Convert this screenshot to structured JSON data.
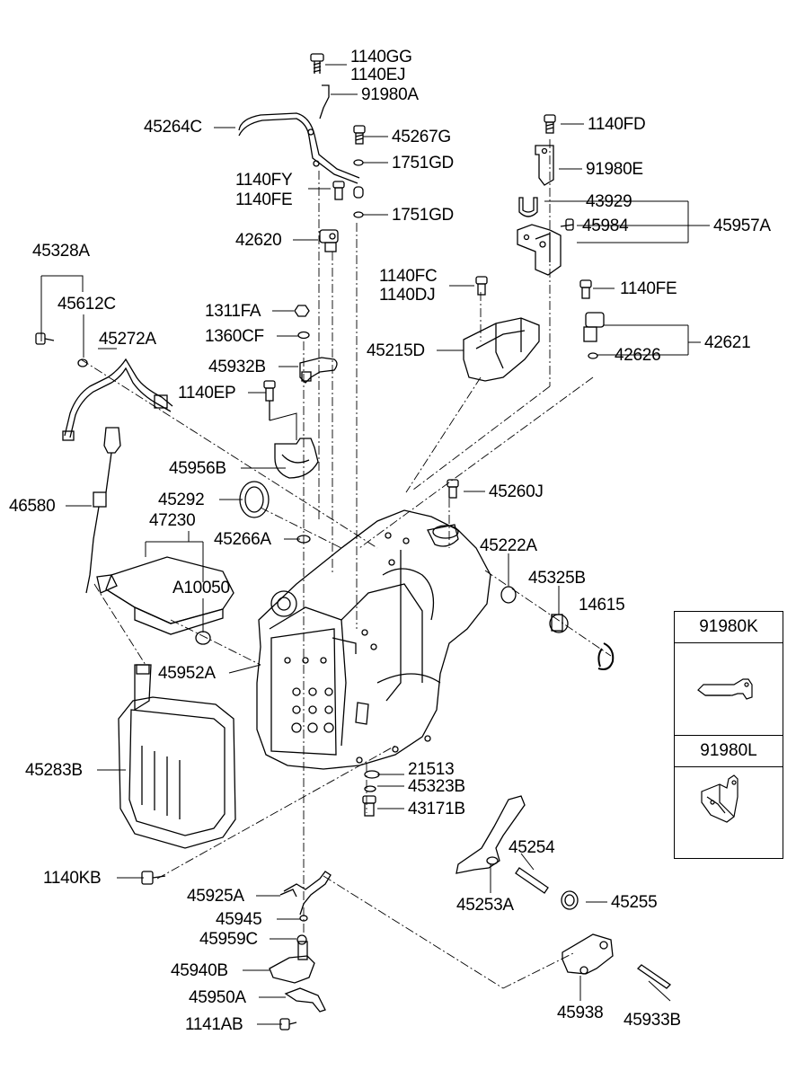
{
  "labels": {
    "p1140gg": "1140GG",
    "p1140ej": "1140EJ",
    "p91980a": "91980A",
    "p45264c": "45264C",
    "p45267g": "45267G",
    "p1751gd_a": "1751GD",
    "p1140fy": "1140FY",
    "p1140fe_a": "1140FE",
    "p1751gd_b": "1751GD",
    "p42620": "42620",
    "p1140fd": "1140FD",
    "p91980e": "91980E",
    "p43929": "43929",
    "p45984": "45984",
    "p45957a": "45957A",
    "p45328a": "45328A",
    "p45612c": "45612C",
    "p45272a": "45272A",
    "p1311fa": "1311FA",
    "p1360cf": "1360CF",
    "p45932b": "45932B",
    "p1140ep": "1140EP",
    "p1140fc": "1140FC",
    "p1140dj": "1140DJ",
    "p45215d": "45215D",
    "p1140fe_b": "1140FE",
    "p42621": "42621",
    "p42626": "42626",
    "p45956b": "45956B",
    "p46580": "46580",
    "p45292": "45292",
    "p47230": "47230",
    "p45260j": "45260J",
    "p45266a": "45266A",
    "p45222a": "45222A",
    "p45325b": "45325B",
    "pa10050": "A10050",
    "p14615": "14615",
    "p45952a": "45952A",
    "p21513": "21513",
    "p45323b": "45323B",
    "p43171b": "43171B",
    "p45283b": "45283B",
    "p45254": "45254",
    "p45253a": "45253A",
    "p45255": "45255",
    "p1140kb": "1140KB",
    "p45925a": "45925A",
    "p45945": "45945",
    "p45959c": "45959C",
    "p45940b": "45940B",
    "p45950a": "45950A",
    "p1141ab": "1141AB",
    "p45938": "45938",
    "p45933b": "45933B"
  },
  "insets": {
    "top_title": "91980K",
    "bottom_title": "91980L"
  }
}
